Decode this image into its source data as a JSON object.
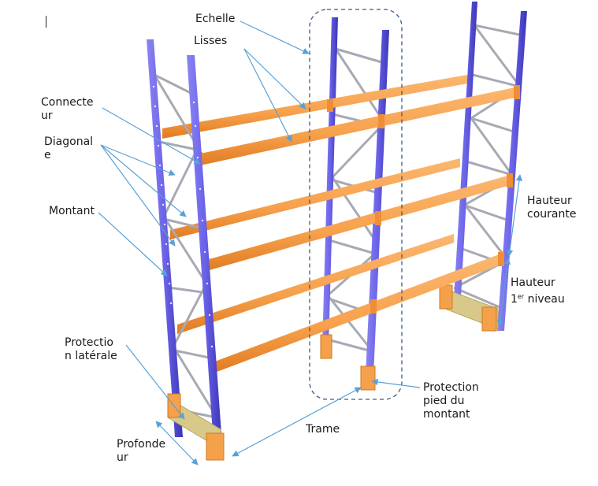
{
  "diagram": {
    "labels": {
      "echelle": "Echelle",
      "lisses": "Lisses",
      "connecteur": "Connecte\nur",
      "diagonale": "Diagonal\ne",
      "montant": "Montant",
      "protection_laterale": "Protectio\nn latérale",
      "profondeur": "Profonde\nur",
      "trame": "Trame",
      "protection_pied": "Protection\npied du\nmontant",
      "hauteur_courante": "Hauteur\ncourante",
      "hauteur_niveau_line1": "Hauteur",
      "hauteur_niveau_base": "1",
      "hauteur_niveau_sup": "er",
      "hauteur_niveau_rest": " niveau"
    },
    "colors": {
      "upright": "#6b63e8",
      "upright_dark": "#3c35b8",
      "beam": "#f7a14c",
      "beam_dark": "#e07c22",
      "brace": "#a7a9b3",
      "protector": "#d8c98a",
      "arrow": "#5aa1d6",
      "dashed": "#3a5a8a"
    }
  }
}
